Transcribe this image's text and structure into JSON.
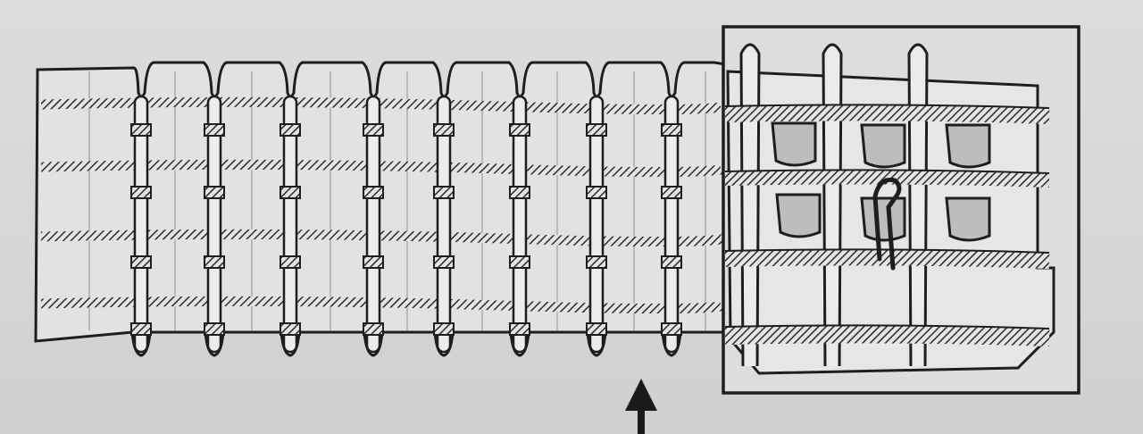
{
  "diagram": {
    "subject": "pleat-tape",
    "pleat_count": 8,
    "cord_count": 4,
    "inset_pocket_count": 6,
    "inset_hook_count": 1,
    "colors": {
      "paper": "#d9d9d7",
      "ink": "#1e1e1e",
      "hatch": "#3a3a3a"
    }
  }
}
